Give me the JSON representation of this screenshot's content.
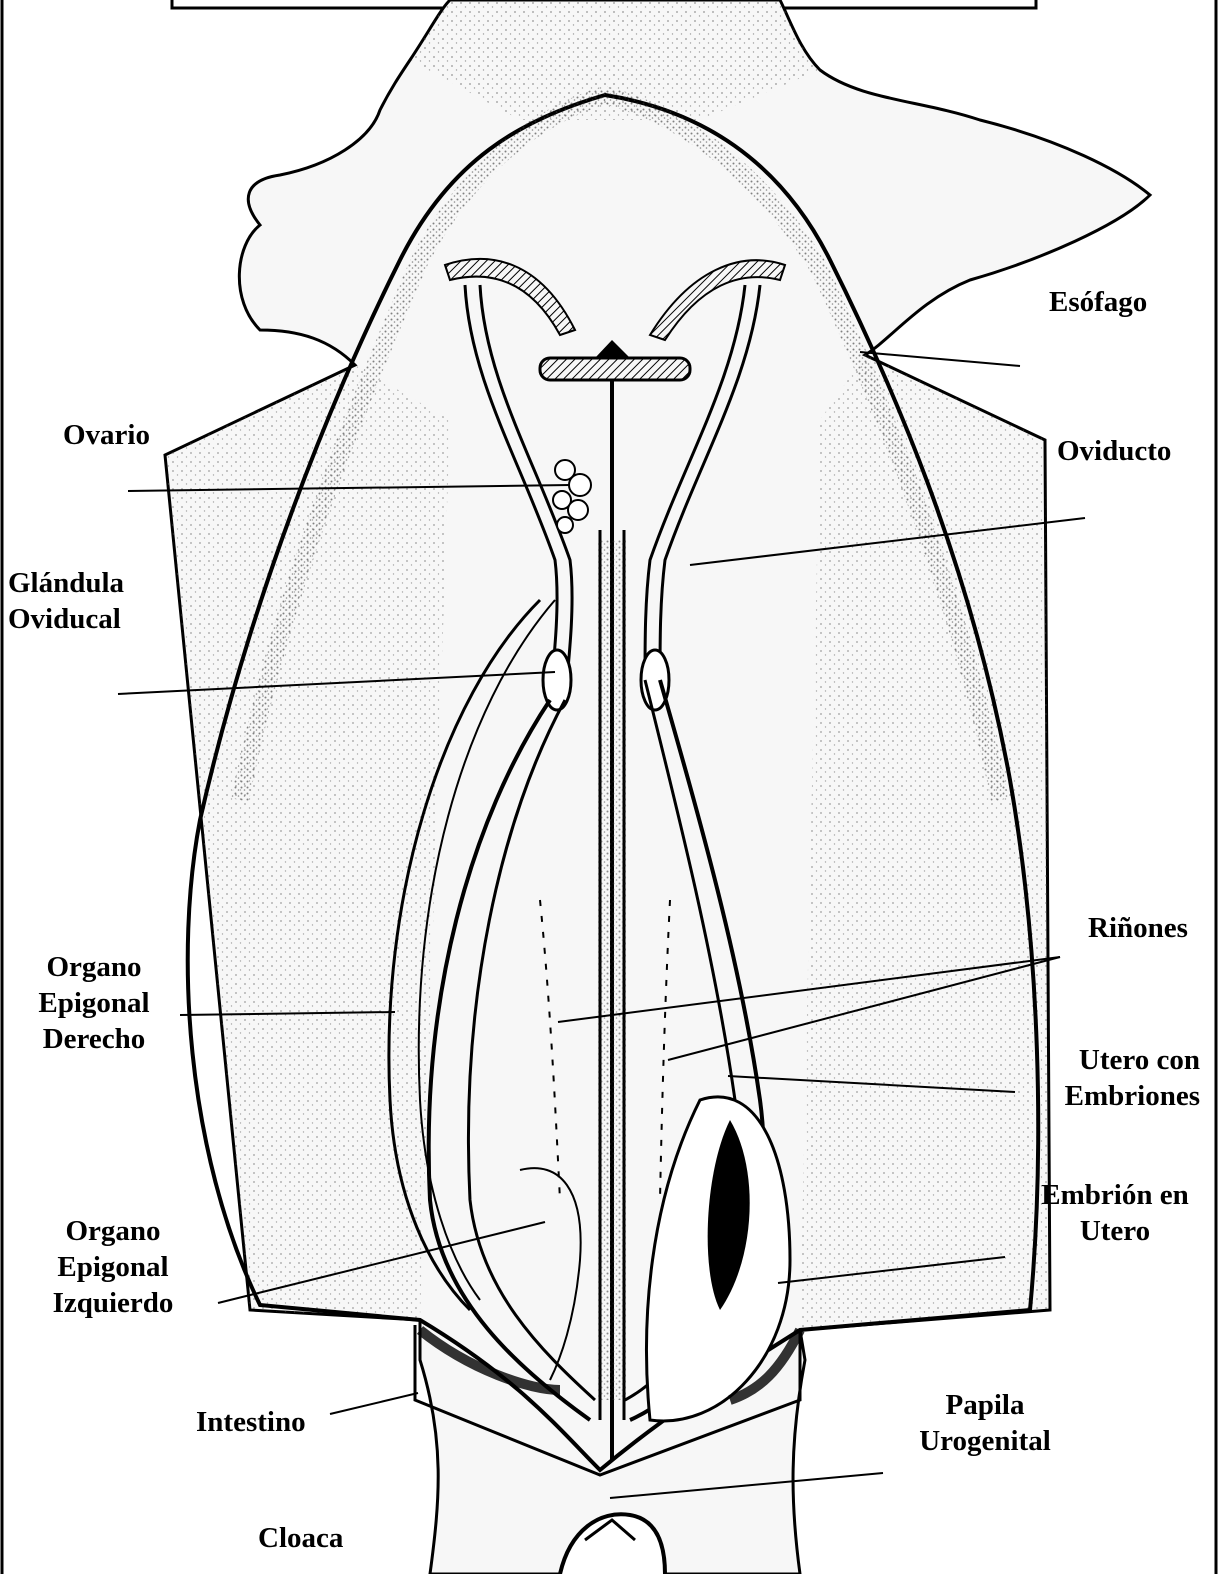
{
  "labels": {
    "esofago": "Esófago",
    "ovario": "Ovario",
    "oviducto": "Oviducto",
    "glandula": [
      "Glándula",
      "Oviducal"
    ],
    "rinones": "Riñones",
    "epigonal_derecho": [
      "Organo",
      "Epigonal",
      "Derecho"
    ],
    "utero": [
      "Utero con",
      "Embriones"
    ],
    "embrion": [
      "Embrión en",
      "Utero"
    ],
    "epigonal_izquierdo": [
      "Organo",
      "Epigonal",
      "Izquierdo"
    ],
    "intestino": "Intestino",
    "papila": [
      "Papila",
      "Urogenital"
    ],
    "cloaca": "Cloaca"
  },
  "colors": {
    "ink": "#000000",
    "body_fill": "#f4f4f4",
    "stipple": "#6a6a6a",
    "background": "#ffffff"
  }
}
